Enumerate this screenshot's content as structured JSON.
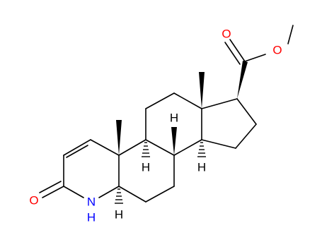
{
  "structure": {
    "atom_labels": {
      "carbonyl_oxygen_left": "O",
      "ester_carbonyl_oxygen": "O",
      "ester_ether_oxygen": "O",
      "amide_nitrogen": "N",
      "amide_hydrogen": "H",
      "h_c5": "H",
      "h_c8": "H",
      "h_c9": "H",
      "h_c14": "H"
    },
    "colors": {
      "bond": "#000000",
      "oxygen": "#ff0000",
      "nitrogen": "#0000ff",
      "hydrogen": "#000000"
    }
  }
}
